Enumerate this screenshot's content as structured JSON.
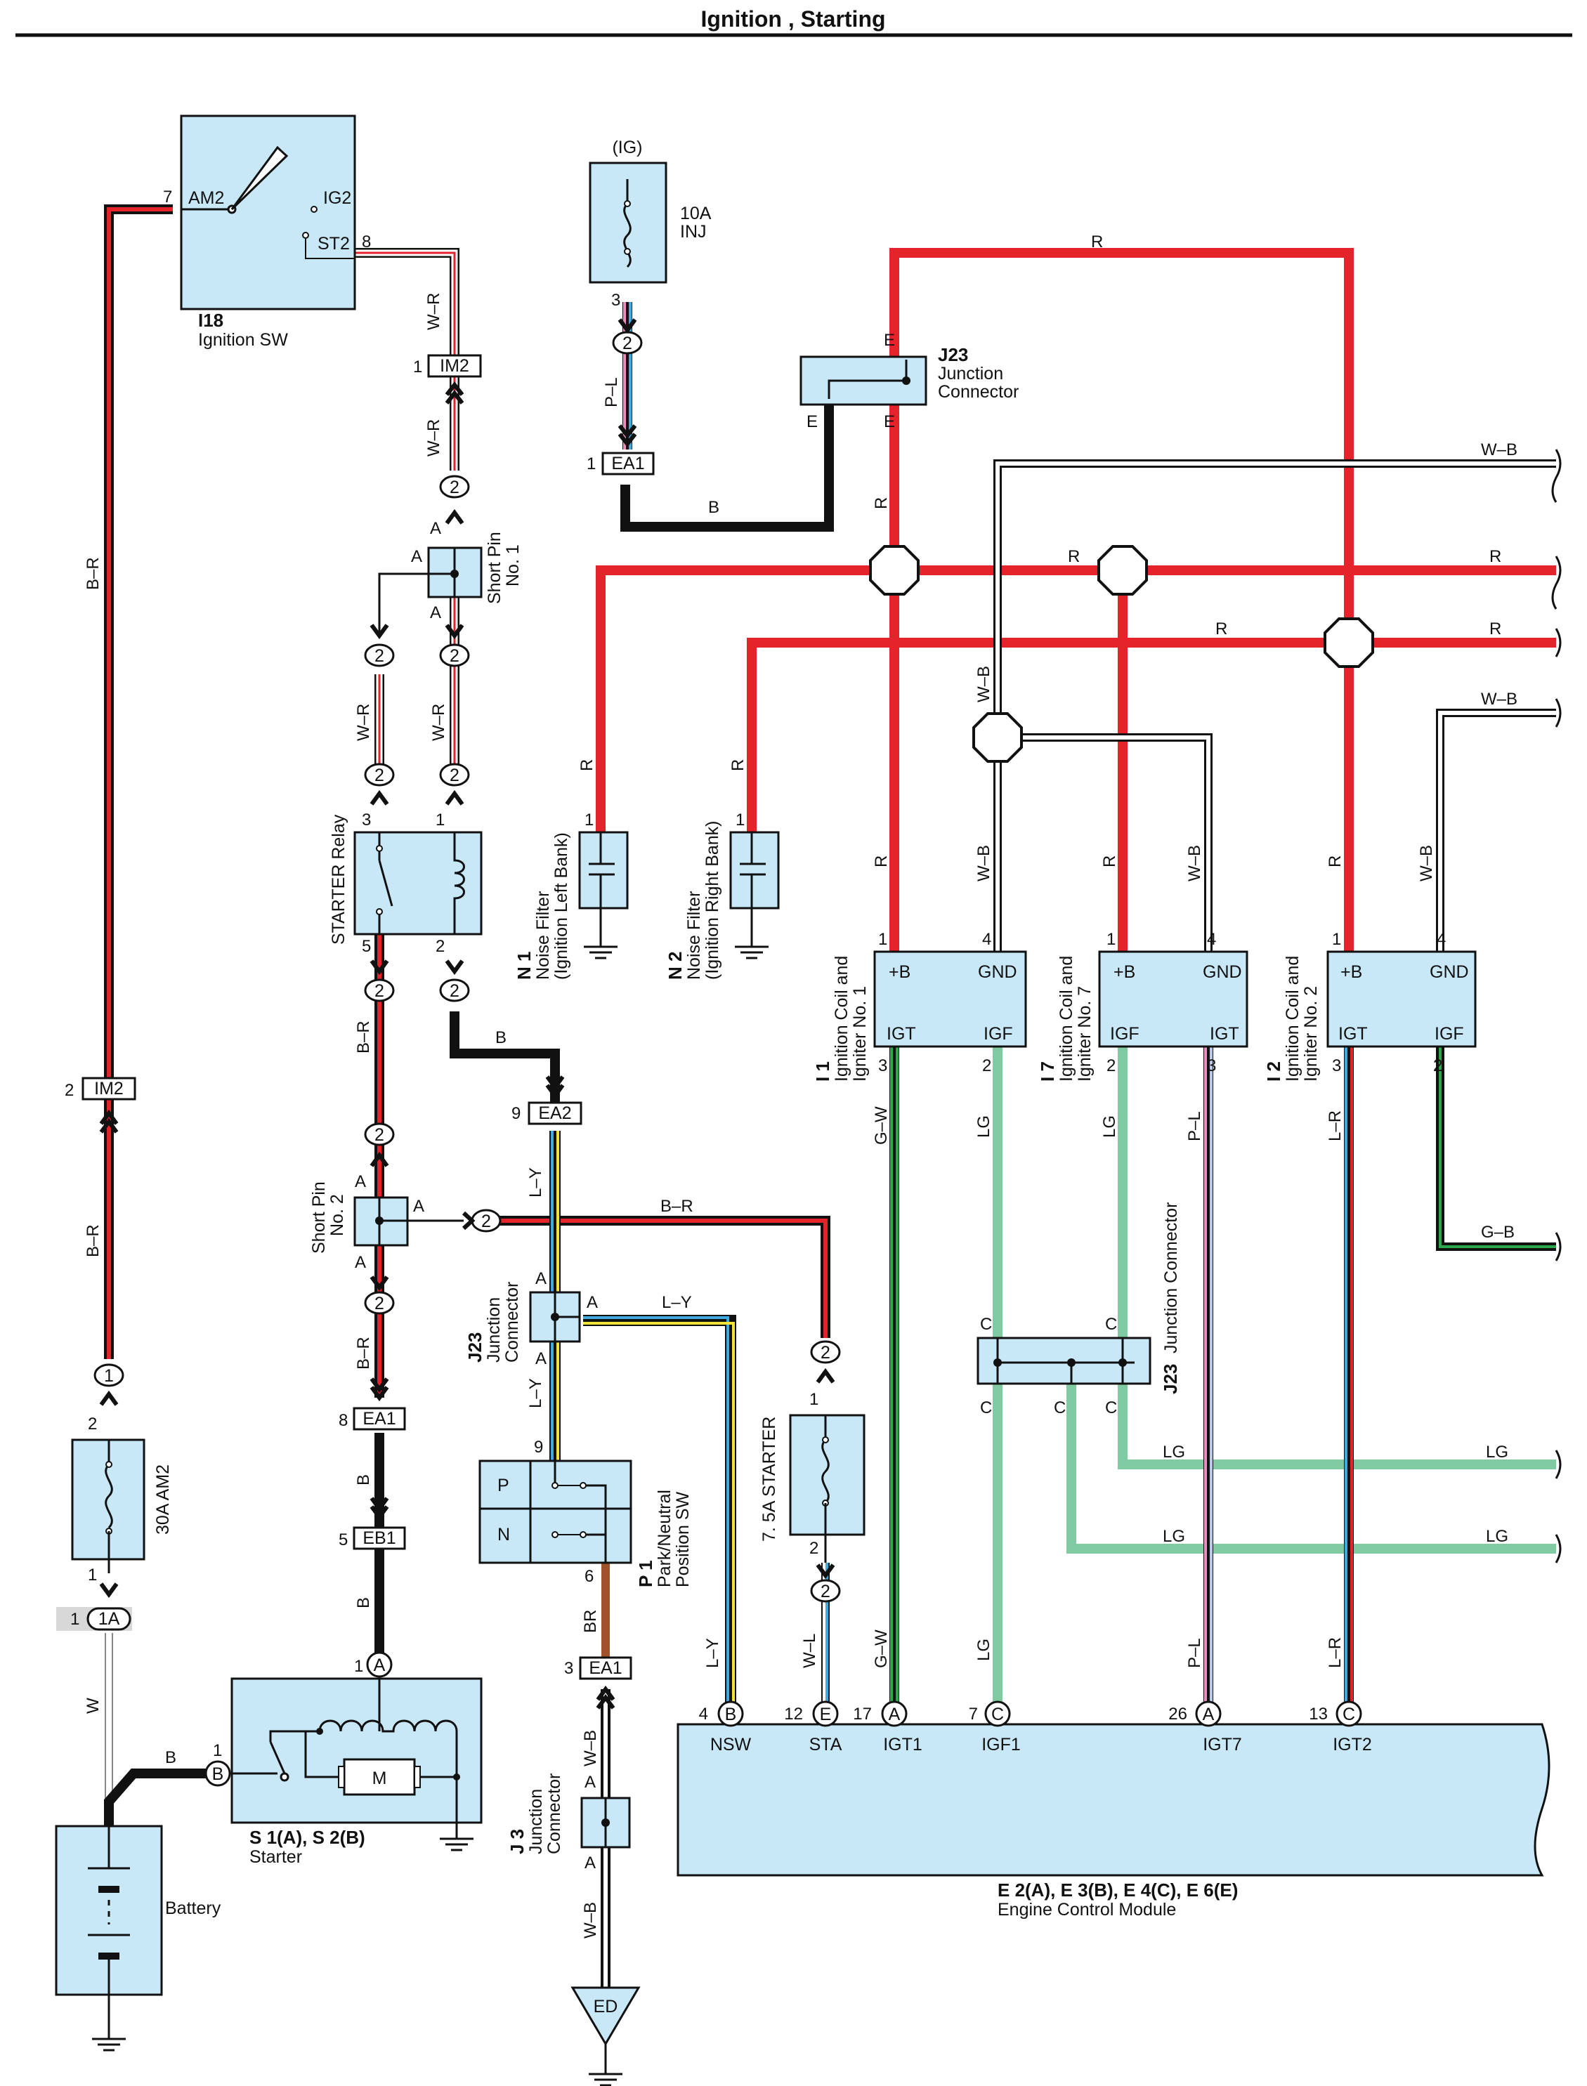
{
  "title": "Ignition , Starting",
  "components": {
    "ignition_sw": {
      "id": "I18",
      "name": "Ignition SW",
      "pins": {
        "am2": "AM2",
        "ig2": "IG2",
        "st2": "ST2",
        "am2_no": "7",
        "st2_no": "8"
      }
    },
    "fuse_inj": {
      "circuit": "(IG)",
      "rating": "10A",
      "name": "INJ",
      "pin": "3"
    },
    "j23_top": {
      "id": "J23",
      "name1": "Junction",
      "name2": "Connector",
      "pin": "E"
    },
    "short_pin1": {
      "name1": "Short Pin",
      "name2": "No. 1",
      "pin": "A"
    },
    "short_pin2": {
      "name1": "Short Pin",
      "name2": "No. 2",
      "pin": "A"
    },
    "starter_relay": {
      "name": "STARTER Relay",
      "pins": [
        "3",
        "1",
        "5",
        "2"
      ]
    },
    "noise_filter_left": {
      "id": "N 1",
      "name1": "Noise Filter",
      "name2": "(Ignition Left Bank)",
      "pin": "1"
    },
    "noise_filter_right": {
      "id": "N 2",
      "name1": "Noise Filter",
      "name2": "(Ignition Right Bank)",
      "pin": "1"
    },
    "coil1": {
      "id": "I 1",
      "name1": "Ignition Coil and",
      "name2": "Igniter No. 1",
      "tl": "+B",
      "tr": "GND",
      "bl": "IGT",
      "br": "IGF",
      "p1": "1",
      "p4": "4",
      "p3": "3",
      "p2": "2"
    },
    "coil7": {
      "id": "I 7",
      "name1": "Ignition Coil and",
      "name2": "Igniter No. 7",
      "tl": "+B",
      "tr": "GND",
      "bl": "IGF",
      "br": "IGT",
      "p1": "1",
      "p4": "4",
      "p2": "2",
      "p3": "3"
    },
    "coil2": {
      "id": "I 2",
      "name1": "Ignition Coil and",
      "name2": "Igniter No. 2",
      "tl": "+B",
      "tr": "GND",
      "bl": "IGT",
      "br": "IGF",
      "p1": "1",
      "p4": "4",
      "p3": "3",
      "p2": "2"
    },
    "j23_mid": {
      "id": "J23",
      "name1": "Junction",
      "name2": "Connector",
      "pin": "A"
    },
    "j23_right": {
      "id": "J23",
      "name": "Junction Connector",
      "pin": "C"
    },
    "park_sw": {
      "id": "P 1",
      "name1": "Park/Neutral",
      "name2": "Position SW",
      "p": "P",
      "n": "N",
      "pin9": "9",
      "pin6": "6"
    },
    "fuse_starter": {
      "name": "7. 5A STARTER",
      "pin1": "1",
      "pin2": "2"
    },
    "fuse_am2": {
      "name": "30A AM2",
      "pin2": "2",
      "pin1": "1"
    },
    "battery": {
      "name": "Battery"
    },
    "starter": {
      "id": "S 1(A), S 2(B)",
      "name": "Starter",
      "motor": "M",
      "pinA": "A",
      "pinB": "B",
      "pin1": "1"
    },
    "j3": {
      "id": "J 3",
      "name1": "Junction",
      "name2": "Connector",
      "pin": "A"
    },
    "ground_ed": "ED",
    "ecm": {
      "id": "E 2(A), E 3(B), E 4(C), E 6(E)",
      "name": "Engine Control Module",
      "terminals": [
        {
          "no": "4",
          "conn": "B",
          "name": "NSW"
        },
        {
          "no": "12",
          "conn": "E",
          "name": "STA"
        },
        {
          "no": "17",
          "conn": "A",
          "name": "IGT1"
        },
        {
          "no": "7",
          "conn": "C",
          "name": "IGF1"
        },
        {
          "no": "26",
          "conn": "A",
          "name": "IGT7"
        },
        {
          "no": "13",
          "conn": "C",
          "name": "IGT2"
        }
      ]
    }
  },
  "connectors": {
    "im2": "IM2",
    "ea1": "EA1",
    "ea2": "EA2",
    "eb1": "EB1",
    "one_a": "1A",
    "c2": "2",
    "c1": "1"
  },
  "pin_numbers": {
    "p1": "1",
    "p2": "2",
    "p3": "3",
    "p4": "4",
    "p5": "5",
    "p6": "6",
    "p8": "8",
    "p9": "9"
  },
  "wire_colors": {
    "wr": "W–R",
    "br": "B–R",
    "b": "B",
    "w": "W",
    "r": "R",
    "pl": "P–L",
    "wb": "W–B",
    "ly": "L–Y",
    "brn": "BR",
    "wl": "W–L",
    "gw": "G–W",
    "lg": "LG",
    "lr": "L–R",
    "gb": "G–B",
    "ply": "P–L"
  },
  "colors": {
    "red": "#e5232a",
    "light_green": "#7fcaa0",
    "component_fill": "#c8e8f8",
    "black": "#111111"
  }
}
